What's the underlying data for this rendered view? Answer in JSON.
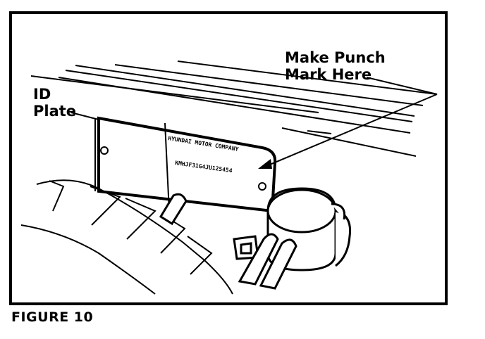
{
  "callouts": {
    "punch_mark_line1": "Make Punch",
    "punch_mark_line2": "Mark Here",
    "id_plate_line1": "ID",
    "id_plate_line2": "Plate"
  },
  "plate": {
    "company_text": "HYUNDAI MOTOR COMPANY",
    "vin_text": "KMHJF31G4JU125454"
  },
  "caption": "FIGURE 10",
  "colors": {
    "ink": "#000000",
    "paper": "#ffffff"
  }
}
